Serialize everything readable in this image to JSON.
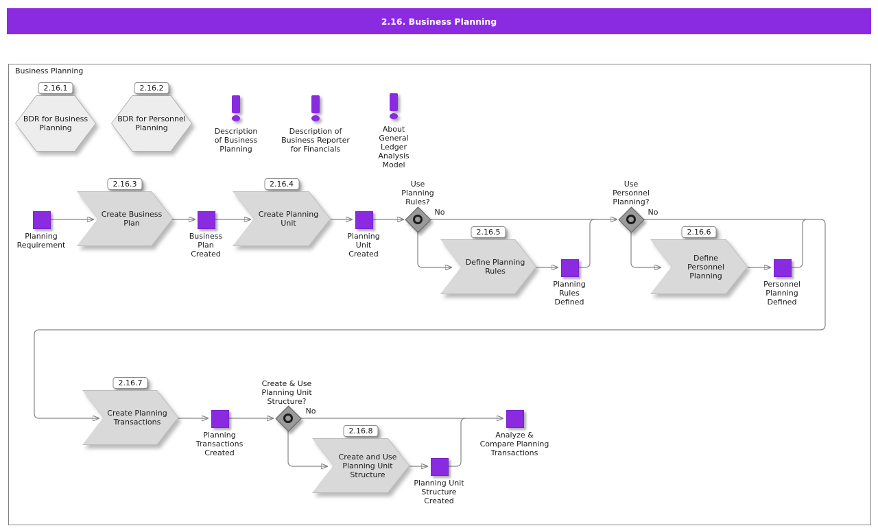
{
  "header": {
    "title": "2.16. Business Planning"
  },
  "frame": {
    "label": "Business Planning"
  },
  "colors": {
    "accent": "#8a2be2",
    "shape_gray": "#d9d9d9",
    "line_gray": "#848484"
  },
  "hexagons": [
    {
      "id": "2.16.1",
      "label": "BDR for Business\nPlanning"
    },
    {
      "id": "2.16.2",
      "label": "BDR for Personnel\nPlanning"
    }
  ],
  "notes": [
    {
      "label": "Description\nof Business\nPlanning"
    },
    {
      "label": "Description of\nBusiness Reporter\nfor Financials"
    },
    {
      "label": "About\nGeneral\nLedger\nAnalysis\nModel"
    }
  ],
  "tasks": [
    {
      "id": "2.16.3",
      "label": "Create Business\nPlan"
    },
    {
      "id": "2.16.4",
      "label": "Create Planning\nUnit"
    },
    {
      "id": "2.16.5",
      "label": "Define Planning\nRules"
    },
    {
      "id": "2.16.6",
      "label": "Define\nPersonnel\nPlanning"
    },
    {
      "id": "2.16.7",
      "label": "Create Planning\nTransactions"
    },
    {
      "id": "2.16.8",
      "label": "Create and Use\nPlanning Unit\nStructure"
    }
  ],
  "events": [
    {
      "label": "Planning\nRequirement"
    },
    {
      "label": "Business\nPlan\nCreated"
    },
    {
      "label": "Planning\nUnit\nCreated"
    },
    {
      "label": "Planning\nRules\nDefined"
    },
    {
      "label": "Personnel\nPlanning\nDefined"
    },
    {
      "label": "Planning\nTransactions\nCreated"
    },
    {
      "label": "Planning Unit\nStructure\nCreated"
    },
    {
      "label": "Analyze &\nCompare Planning\nTransactions"
    }
  ],
  "gateways": [
    {
      "question": "Use\nPlanning\nRules?",
      "branch": "No"
    },
    {
      "question": "Use\nPersonnel\nPlanning?",
      "branch": "No"
    },
    {
      "question": "Create & Use\nPlanning Unit\nStructure?",
      "branch": "No"
    }
  ]
}
